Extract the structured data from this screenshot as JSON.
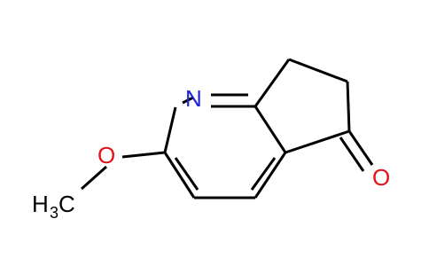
{
  "molecule": {
    "atoms": {
      "nitrogen": "N",
      "carbonyl_oxygen": "O",
      "ether_oxygen": "O",
      "methyl_h": "H",
      "methyl_sub": "3",
      "methyl_c": "C"
    },
    "colors": {
      "nitrogen": "#1b24d6",
      "oxygen": "#e0141a",
      "carbon": "#000000",
      "bond": "#000000"
    }
  }
}
